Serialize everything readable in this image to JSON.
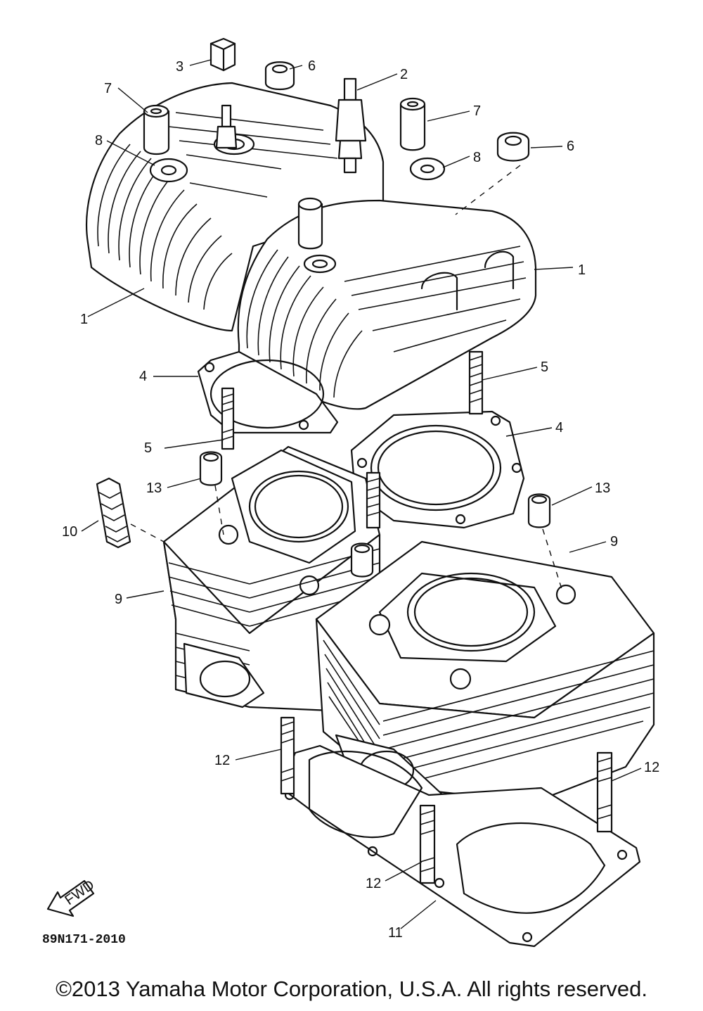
{
  "callouts": {
    "c1a": "1",
    "c1b": "1",
    "c2": "2",
    "c3": "3",
    "c4a": "4",
    "c4b": "4",
    "c5a": "5",
    "c5b": "5",
    "c6a": "6",
    "c6b": "6",
    "c7a": "7",
    "c7b": "7",
    "c8a": "8",
    "c8b": "8",
    "c9a": "9",
    "c9b": "9",
    "c10": "10",
    "c11": "11",
    "c12a": "12",
    "c12b": "12",
    "c12c": "12",
    "c13a": "13",
    "c13b": "13"
  },
  "fwd_label": "FWD",
  "diagram_code": "89N171-2010",
  "copyright": "©2013 Yamaha Motor Corporation, U.S.A. All rights reserved."
}
